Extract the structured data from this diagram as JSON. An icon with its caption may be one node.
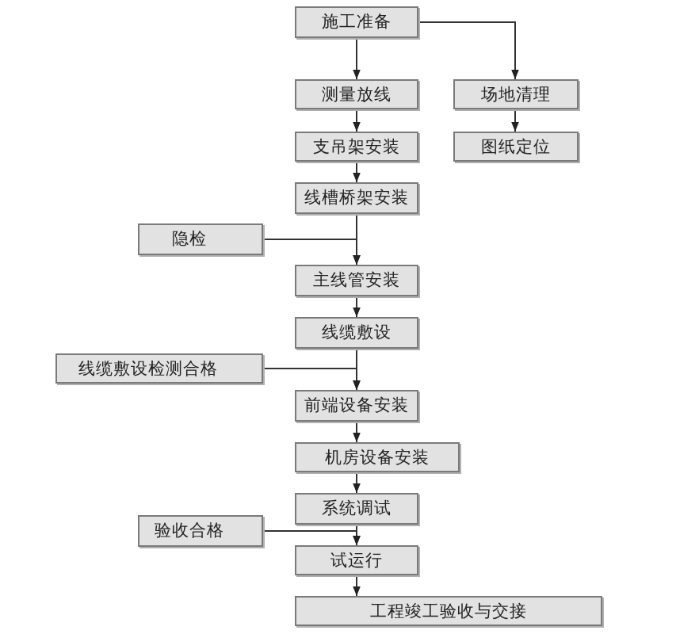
{
  "diagram": {
    "nodes": [
      {
        "text": [
          "施工准备"
        ]
      },
      {
        "text": [
          "测量放线"
        ]
      },
      {
        "text": [
          "场地清理"
        ]
      },
      {
        "text": [
          "支吊架安装"
        ]
      },
      {
        "text": [
          "图纸定位"
        ]
      },
      {
        "text": [
          "线槽桥架安装"
        ]
      },
      {
        "text": [
          "隐检"
        ]
      },
      {
        "text": [
          "主线管安装"
        ]
      },
      {
        "text": [
          "线缆敷设"
        ]
      },
      {
        "text": [
          "线缆敷设检测合格"
        ]
      },
      {
        "text": [
          "前端设备安装"
        ]
      },
      {
        "text": [
          "机房设备安装"
        ]
      },
      {
        "text": [
          "系统调试"
        ]
      },
      {
        "text": [
          "验收合格"
        ]
      },
      {
        "text": [
          "试运行"
        ]
      },
      {
        "text": [
          "工程竣工验收与交接"
        ]
      }
    ],
    "edges": [
      {
        "from": 0,
        "to": 1,
        "arrow": "to"
      },
      {
        "from": 0,
        "to": 2,
        "arrow": "to"
      },
      {
        "from": 1,
        "to": 3,
        "arrow": "to"
      },
      {
        "from": 2,
        "to": 4,
        "arrow": "to"
      },
      {
        "from": 3,
        "to": 5,
        "arrow": "to"
      },
      {
        "from": 5,
        "to": 7,
        "arrow": "to"
      },
      {
        "from": 6,
        "to": 7,
        "arrow": "to"
      },
      {
        "from": 7,
        "to": 8,
        "arrow": "to"
      },
      {
        "from": 8,
        "to": 10,
        "arrow": "to"
      },
      {
        "from": 9,
        "to": 10,
        "arrow": "to"
      },
      {
        "from": 10,
        "to": 11,
        "arrow": "to"
      },
      {
        "from": 11,
        "to": 12,
        "arrow": "to"
      },
      {
        "from": 12,
        "to": 14,
        "arrow": "to"
      },
      {
        "from": 13,
        "to": 14,
        "arrow": "to"
      },
      {
        "from": 14,
        "to": 15,
        "arrow": "to"
      }
    ]
  }
}
